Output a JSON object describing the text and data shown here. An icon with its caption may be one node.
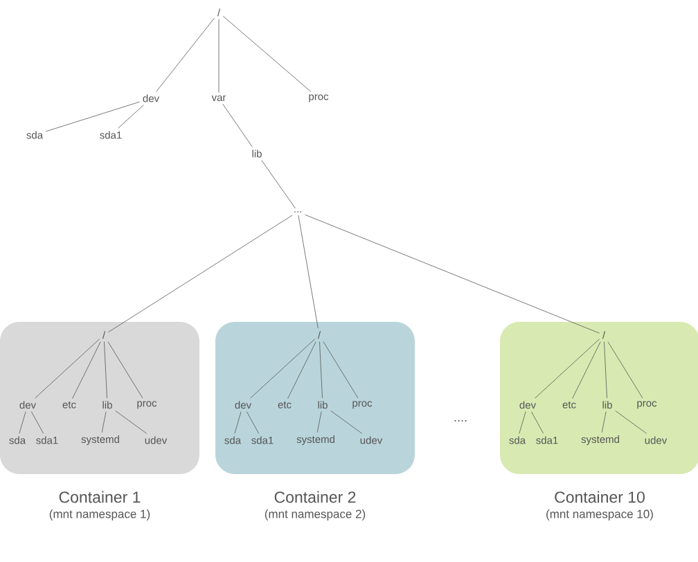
{
  "diagram": {
    "nodes": [
      {
        "text": [
          "/"
        ]
      },
      {
        "text": [
          "dev"
        ]
      },
      {
        "text": [
          "var"
        ]
      },
      {
        "text": [
          "proc"
        ]
      },
      {
        "text": [
          "sda"
        ]
      },
      {
        "text": [
          "sda1"
        ]
      },
      {
        "text": [
          "lib"
        ]
      },
      {
        "text": [
          "..."
        ]
      },
      {
        "text": [
          "Container 1",
          "(mnt namespace 1)"
        ]
      },
      {
        "text": [
          "/"
        ],
        "in": 8
      },
      {
        "text": [
          "dev"
        ],
        "in": 8
      },
      {
        "text": [
          "etc"
        ],
        "in": 8
      },
      {
        "text": [
          "lib"
        ],
        "in": 8
      },
      {
        "text": [
          "proc"
        ],
        "in": 8
      },
      {
        "text": [
          "sda"
        ],
        "in": 8
      },
      {
        "text": [
          "sda1"
        ],
        "in": 8
      },
      {
        "text": [
          "systemd"
        ],
        "in": 8
      },
      {
        "text": [
          "udev"
        ],
        "in": 8
      },
      {
        "text": [
          "Container 2",
          "(mnt namespace 2)"
        ]
      },
      {
        "text": [
          "/"
        ],
        "in": 18
      },
      {
        "text": [
          "dev"
        ],
        "in": 18
      },
      {
        "text": [
          "etc"
        ],
        "in": 18
      },
      {
        "text": [
          "lib"
        ],
        "in": 18
      },
      {
        "text": [
          "proc"
        ],
        "in": 18
      },
      {
        "text": [
          "sda"
        ],
        "in": 18
      },
      {
        "text": [
          "sda1"
        ],
        "in": 18
      },
      {
        "text": [
          "systemd"
        ],
        "in": 18
      },
      {
        "text": [
          "udev"
        ],
        "in": 18
      },
      {
        "text": [
          "Container 10",
          "(mnt namespace 10)"
        ]
      },
      {
        "text": [
          "/"
        ],
        "in": 28
      },
      {
        "text": [
          "dev"
        ],
        "in": 28
      },
      {
        "text": [
          "etc"
        ],
        "in": 28
      },
      {
        "text": [
          "lib"
        ],
        "in": 28
      },
      {
        "text": [
          "proc"
        ],
        "in": 28
      },
      {
        "text": [
          "sda"
        ],
        "in": 28
      },
      {
        "text": [
          "sda1"
        ],
        "in": 28
      },
      {
        "text": [
          "systemd"
        ],
        "in": 28
      },
      {
        "text": [
          "udev"
        ],
        "in": 28
      }
    ],
    "edges": [
      {
        "from": 0,
        "to": 1,
        "arrow": "none"
      },
      {
        "from": 0,
        "to": 2,
        "arrow": "none"
      },
      {
        "from": 0,
        "to": 3,
        "arrow": "none"
      },
      {
        "from": 1,
        "to": 4,
        "arrow": "none"
      },
      {
        "from": 1,
        "to": 5,
        "arrow": "none"
      },
      {
        "from": 2,
        "to": 6,
        "arrow": "none"
      },
      {
        "from": 6,
        "to": 7,
        "arrow": "none"
      },
      {
        "from": 7,
        "to": 9,
        "arrow": "none"
      },
      {
        "from": 7,
        "to": 19,
        "arrow": "none"
      },
      {
        "from": 7,
        "to": 29,
        "arrow": "none"
      },
      {
        "from": 9,
        "to": 10,
        "arrow": "none"
      },
      {
        "from": 9,
        "to": 11,
        "arrow": "none"
      },
      {
        "from": 9,
        "to": 12,
        "arrow": "none"
      },
      {
        "from": 9,
        "to": 13,
        "arrow": "none"
      },
      {
        "from": 10,
        "to": 14,
        "arrow": "none"
      },
      {
        "from": 10,
        "to": 15,
        "arrow": "none"
      },
      {
        "from": 12,
        "to": 16,
        "arrow": "none"
      },
      {
        "from": 12,
        "to": 17,
        "arrow": "none"
      },
      {
        "from": 19,
        "to": 20,
        "arrow": "none"
      },
      {
        "from": 19,
        "to": 21,
        "arrow": "none"
      },
      {
        "from": 19,
        "to": 22,
        "arrow": "none"
      },
      {
        "from": 19,
        "to": 23,
        "arrow": "none"
      },
      {
        "from": 20,
        "to": 24,
        "arrow": "none"
      },
      {
        "from": 20,
        "to": 25,
        "arrow": "none"
      },
      {
        "from": 22,
        "to": 26,
        "arrow": "none"
      },
      {
        "from": 22,
        "to": 27,
        "arrow": "none"
      },
      {
        "from": 29,
        "to": 30,
        "arrow": "none"
      },
      {
        "from": 29,
        "to": 31,
        "arrow": "none"
      },
      {
        "from": 29,
        "to": 32,
        "arrow": "none"
      },
      {
        "from": 29,
        "to": 33,
        "arrow": "none"
      },
      {
        "from": 30,
        "to": 34,
        "arrow": "none"
      },
      {
        "from": 30,
        "to": 35,
        "arrow": "none"
      },
      {
        "from": 32,
        "to": 36,
        "arrow": "none"
      },
      {
        "from": 32,
        "to": 37,
        "arrow": "none"
      }
    ],
    "labels": [
      "...."
    ]
  }
}
